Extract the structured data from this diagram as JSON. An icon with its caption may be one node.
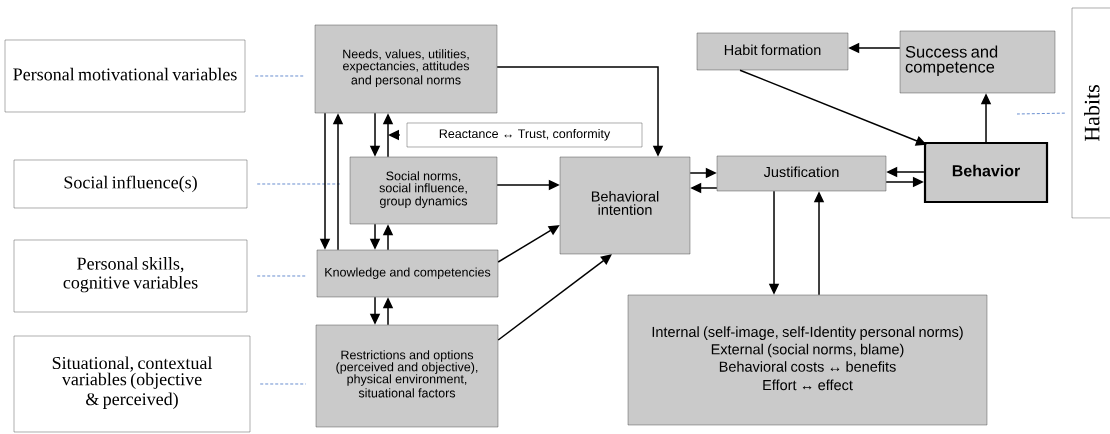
{
  "diagram": {
    "nodes": [
      {
        "text": [
          "Personal motivational variables"
        ]
      },
      {
        "text": [
          "Social influence(s)"
        ]
      },
      {
        "text": [
          "Personal skills, cognitive variables"
        ]
      },
      {
        "text": [
          "Situational, contextual variables (objective & perceived)"
        ]
      },
      {
        "text": [
          "Habits"
        ]
      },
      {
        "text": [
          "Needs, values, utilities, expectancies, attitudes and personal norms"
        ]
      },
      {
        "text": [
          "Reactance ↔ Trust, conformity"
        ]
      },
      {
        "text": [
          "Social norms, social influence, group dynamics"
        ]
      },
      {
        "text": [
          "Knowledge and competencies"
        ]
      },
      {
        "text": [
          "Restrictions and options (perceived and objective), physical environment, situational factors"
        ]
      },
      {
        "text": [
          "Behavioral intention"
        ]
      },
      {
        "text": [
          "Justification"
        ]
      },
      {
        "text": [
          "Behavior"
        ]
      },
      {
        "text": [
          "Habit formation"
        ]
      },
      {
        "text": [
          "Success and competence"
        ]
      },
      {
        "text": [
          "Internal (self-image, self-Identity personal norms)",
          "External (social norms, blame)",
          "Behavioral costs ↔ benefits",
          "Effort ↔ effect"
        ]
      }
    ],
    "edges": [
      {
        "from": 0,
        "to": 5,
        "arrow": "none",
        "style": "dashed",
        "color": "#4472c4"
      },
      {
        "from": 1,
        "to": 7,
        "arrow": "none",
        "style": "dashed",
        "color": "#4472c4"
      },
      {
        "from": 2,
        "to": 8,
        "arrow": "none",
        "style": "dashed",
        "color": "#4472c4"
      },
      {
        "from": 3,
        "to": 9,
        "arrow": "none",
        "style": "dashed",
        "color": "#4472c4"
      },
      {
        "from": 4,
        "to": null,
        "arrow": "none",
        "style": "dashed",
        "color": "#4472c4"
      },
      {
        "from": 5,
        "to": 10,
        "arrow": "to"
      },
      {
        "from": 5,
        "to": 7,
        "arrow": "to"
      },
      {
        "from": 7,
        "to": 5,
        "arrow": "to"
      },
      {
        "from": 6,
        "to": null,
        "arrow": "to"
      },
      {
        "from": 5,
        "to": 8,
        "arrow": "to"
      },
      {
        "from": 8,
        "to": 5,
        "arrow": "to"
      },
      {
        "from": 7,
        "to": 8,
        "arrow": "to"
      },
      {
        "from": 8,
        "to": 7,
        "arrow": "to"
      },
      {
        "from": 8,
        "to": 9,
        "arrow": "to"
      },
      {
        "from": 9,
        "to": 8,
        "arrow": "to"
      },
      {
        "from": 7,
        "to": 10,
        "arrow": "to"
      },
      {
        "from": 8,
        "to": 10,
        "arrow": "to"
      },
      {
        "from": 9,
        "to": 10,
        "arrow": "to"
      },
      {
        "from": 10,
        "to": 11,
        "arrow": "to"
      },
      {
        "from": 11,
        "to": 10,
        "arrow": "to"
      },
      {
        "from": 12,
        "to": 11,
        "arrow": "to"
      },
      {
        "from": 11,
        "to": 12,
        "arrow": "to"
      },
      {
        "from": 13,
        "to": 12,
        "arrow": "to"
      },
      {
        "from": 14,
        "to": 13,
        "arrow": "to"
      },
      {
        "from": 12,
        "to": 14,
        "arrow": "to"
      },
      {
        "from": 11,
        "to": 15,
        "arrow": "to"
      },
      {
        "from": 15,
        "to": 11,
        "arrow": "to"
      }
    ]
  }
}
